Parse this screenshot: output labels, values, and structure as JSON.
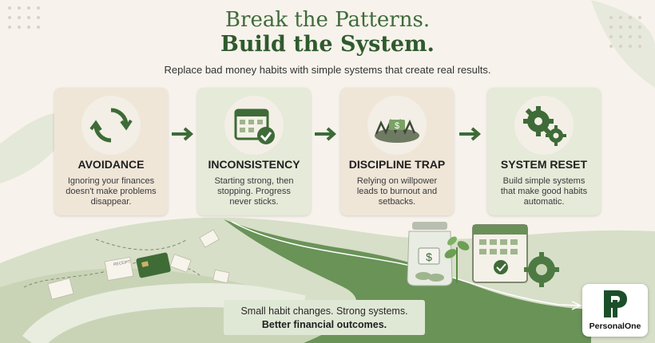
{
  "header": {
    "title_line1": "Break the Patterns.",
    "title_line2": "Build the System.",
    "subtitle": "Replace bad money habits with simple systems that create real results."
  },
  "cards": [
    {
      "title": "AVOIDANCE",
      "description": "Ignoring your finances doesn't make problems disappear.",
      "icon": "cycle-arrows-icon",
      "background": "#efe6d8"
    },
    {
      "title": "INCONSISTENCY",
      "description": "Starting strong, then stopping. Progress never sticks.",
      "icon": "calendar-check-icon",
      "background": "#e5ead9"
    },
    {
      "title": "DISCIPLINE TRAP",
      "description": "Relying on willpower leads to burnout and setbacks.",
      "icon": "money-trap-icon",
      "background": "#efe6d8"
    },
    {
      "title": "SYSTEM RESET",
      "description": "Build simple systems that make good habits automatic.",
      "icon": "gears-icon",
      "background": "#e5ead9"
    }
  ],
  "illustration": {
    "receipt_label": "RECEIPT",
    "jar_symbol": "$",
    "trap_symbol": "$"
  },
  "tagline": {
    "line1": "Small habit changes. Strong systems.",
    "line2": "Better financial outcomes."
  },
  "brand": {
    "name": "PersonalOne",
    "primary_color": "#3e6b37",
    "path_color": "#5f8c52"
  }
}
